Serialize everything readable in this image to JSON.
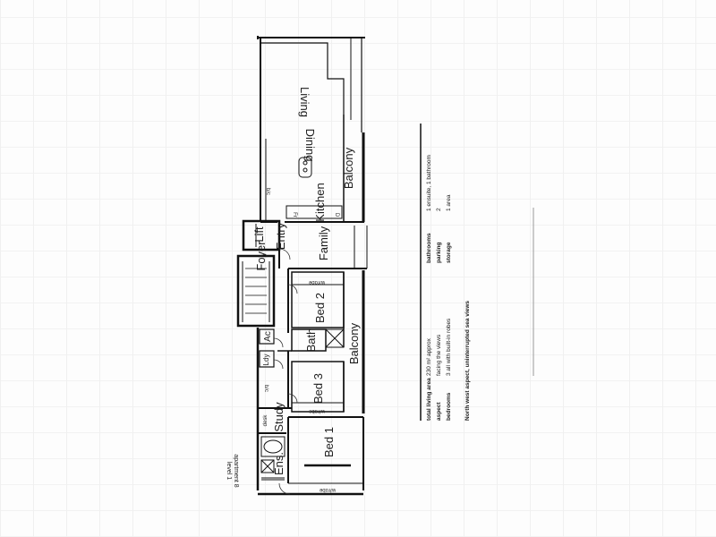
{
  "plan": {
    "rooms": {
      "living": "Living",
      "dining": "Dining",
      "kitchen": "Kitchen",
      "balcony_top": "Balcony",
      "entry": "Entry",
      "family": "Family",
      "foyer": "Foyer",
      "lift": "Lift",
      "bed2": "Bed 2",
      "bath": "Bath",
      "ac": "Ac",
      "balcony_mid": "Balcony",
      "ldy": "Ldy",
      "bed3": "Bed 3",
      "study": "Study",
      "bed1": "Bed 1",
      "ens": "Ens."
    },
    "small_labels": {
      "bic_top": "b/c",
      "bic_mid": "b/c",
      "robe_bed2": "w/robe",
      "robe_bed3": "w/robe",
      "robe_bed1": "w/robe",
      "desk": "desk",
      "fr": "Fr",
      "dw": "D"
    },
    "caption": {
      "line1": "apartment 8",
      "line2": "level 1"
    }
  },
  "specs": {
    "left_block": [
      {
        "label": "total living area",
        "value": "230 m² approx"
      },
      {
        "label": "aspect",
        "value": "facing the views"
      },
      {
        "label": "bedrooms",
        "value": "3 all with built-in robes"
      }
    ],
    "right_block": [
      {
        "label": "bathrooms",
        "value": "1 ensuite, 1 bathroom"
      },
      {
        "label": "parking",
        "value": "2"
      },
      {
        "label": "storage",
        "value": "1 area"
      }
    ],
    "footnote": "North west aspect, uninterrupted sea views"
  }
}
